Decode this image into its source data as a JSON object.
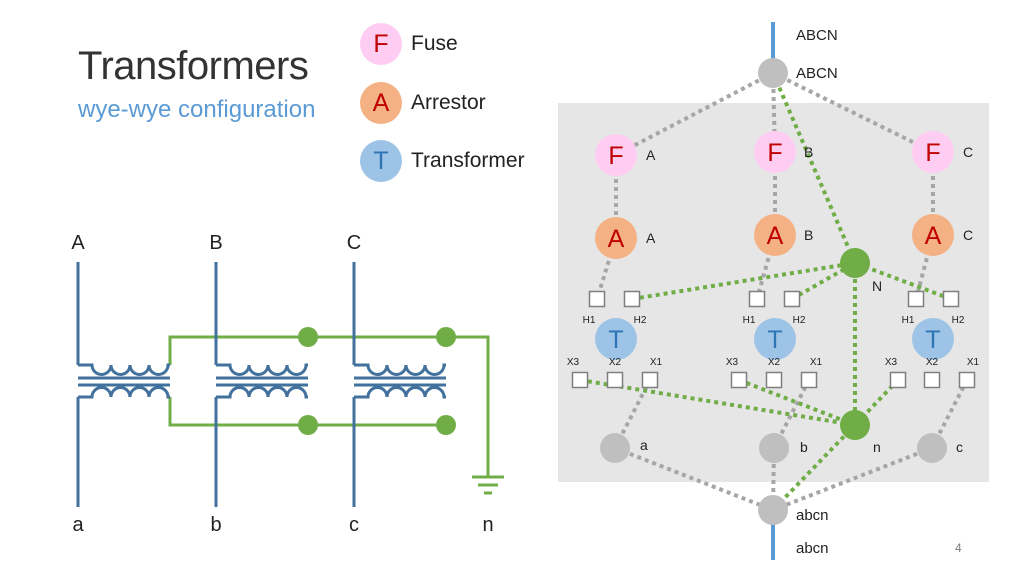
{
  "title": "Transformers",
  "subtitle": "wye-wye configuration",
  "slide_number": "4",
  "legend": [
    {
      "letter": "F",
      "label": "Fuse",
      "fill": "#ffccf2",
      "text_color": "#c00000"
    },
    {
      "letter": "A",
      "label": "Arrestor",
      "fill": "#f4b183",
      "text_color": "#c00000"
    },
    {
      "letter": "T",
      "label": "Transformer",
      "fill": "#9dc3e6",
      "text_color": "#2e75b6"
    }
  ],
  "schematic": {
    "phase_top_labels": [
      "A",
      "B",
      "C"
    ],
    "phase_bottom_labels": [
      "a",
      "b",
      "c"
    ],
    "neutral_label": "n",
    "winding_color": "#41719c",
    "neutral_color": "#70ad47"
  },
  "network": {
    "top_bus_label": "ABCN",
    "top_node_label": "ABCN",
    "bottom_node_label": "abcn",
    "bottom_bus_label": "abcn",
    "neutral_primary_label": "N",
    "neutral_secondary_label": "n",
    "phases": [
      {
        "fuse_letter": "F",
        "fuse_label": "A",
        "arrestor_letter": "A",
        "arrestor_label": "A",
        "transformer_letter": "T",
        "secondary_label": "a"
      },
      {
        "fuse_letter": "F",
        "fuse_label": "B",
        "arrestor_letter": "A",
        "arrestor_label": "B",
        "transformer_letter": "T",
        "secondary_label": "b"
      },
      {
        "fuse_letter": "F",
        "fuse_label": "C",
        "arrestor_letter": "A",
        "arrestor_label": "C",
        "transformer_letter": "T",
        "secondary_label": "c"
      }
    ],
    "terminals": {
      "h1": "H1",
      "h2": "H2",
      "x1": "X1",
      "x2": "X2",
      "x3": "X3"
    },
    "colors": {
      "panel": "#e6e6e6",
      "bus": "#5b9bd5",
      "node": "#bfbfbf",
      "phase_wire": "#a6a6a6",
      "neutral": "#70ad47"
    }
  }
}
